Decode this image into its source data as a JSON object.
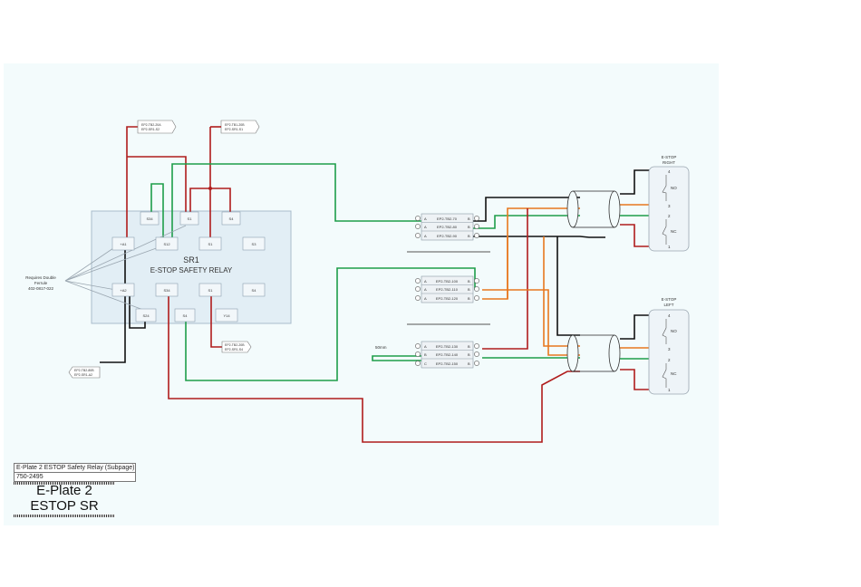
{
  "relay": {
    "name": "SR1",
    "title": "E-STOP SAFETY RELAY",
    "terminals_top": [
      "S34",
      "S1",
      "S4"
    ],
    "terminals_row1": [
      "+A1",
      "S12",
      "S1",
      "S3"
    ],
    "terminals_row2": [
      "+A2",
      "S34",
      "S1",
      "S4"
    ],
    "terminals_bottom": [
      "S24",
      "S4",
      "Y14"
    ]
  },
  "callouts": {
    "double_ferrule_line1": "Requires Double",
    "double_ferrule_line2": "Ferrule",
    "double_ferrule_line3": "402-0817-022"
  },
  "off_page_refs": {
    "top_left_1": "EP2-TB2-20A",
    "top_left_2": "EP2-SR1-S2",
    "top_right_1": "EP2-TB1-20B",
    "top_right_2": "EP2-SR1-S1",
    "bottom_mid_1": "EP2-TB2-20B",
    "bottom_mid_2": "EP2-SR1-S4",
    "bottom_left_1": "EP2-TB2-80B",
    "bottom_left_2": "EP2-SR1-A2"
  },
  "terminal_blocks": [
    {
      "rows": [
        "EP2-TB2-70",
        "EP2-TB2-80",
        "EP2-TB2-90"
      ],
      "letters": [
        "A",
        "A",
        "A"
      ],
      "ends": [
        "B",
        "B",
        "B"
      ]
    },
    {
      "rows": [
        "EP2-TB2-100",
        "EP2-TB2-110",
        "EP2-TB2-120"
      ],
      "letters": [
        "A",
        "A",
        "A"
      ],
      "ends": [
        "B",
        "B",
        "B"
      ]
    },
    {
      "rows": [
        "EP2-TB2-130",
        "EP2-TB2-140",
        "EP2-TB2-150"
      ],
      "letters": [
        "A",
        "B",
        "C"
      ],
      "ends": [
        "B",
        "B",
        "B"
      ]
    }
  ],
  "jumper_label": "50mm",
  "estop_right": {
    "title1": "E-STOP",
    "title2": "RIGHT",
    "no": "NO",
    "nc": "NC",
    "pins": [
      "4",
      "3",
      "2",
      "1"
    ]
  },
  "estop_left": {
    "title1": "E-STOP",
    "title2": "LEFT",
    "no": "NO",
    "nc": "NC",
    "pins": [
      "4",
      "3",
      "2",
      "1"
    ]
  },
  "title_block": {
    "line1": "E-Plate 2 ESTOP Safety Relay (Subpage)",
    "line2": "750-2495",
    "big1": "E-Plate 2",
    "big2": "ESTOP SR"
  },
  "colors": {
    "red": "#b01c1c",
    "green": "#1e9e4a",
    "black": "#111111",
    "orange": "#e8781e",
    "grey": "#9aa6b0"
  }
}
